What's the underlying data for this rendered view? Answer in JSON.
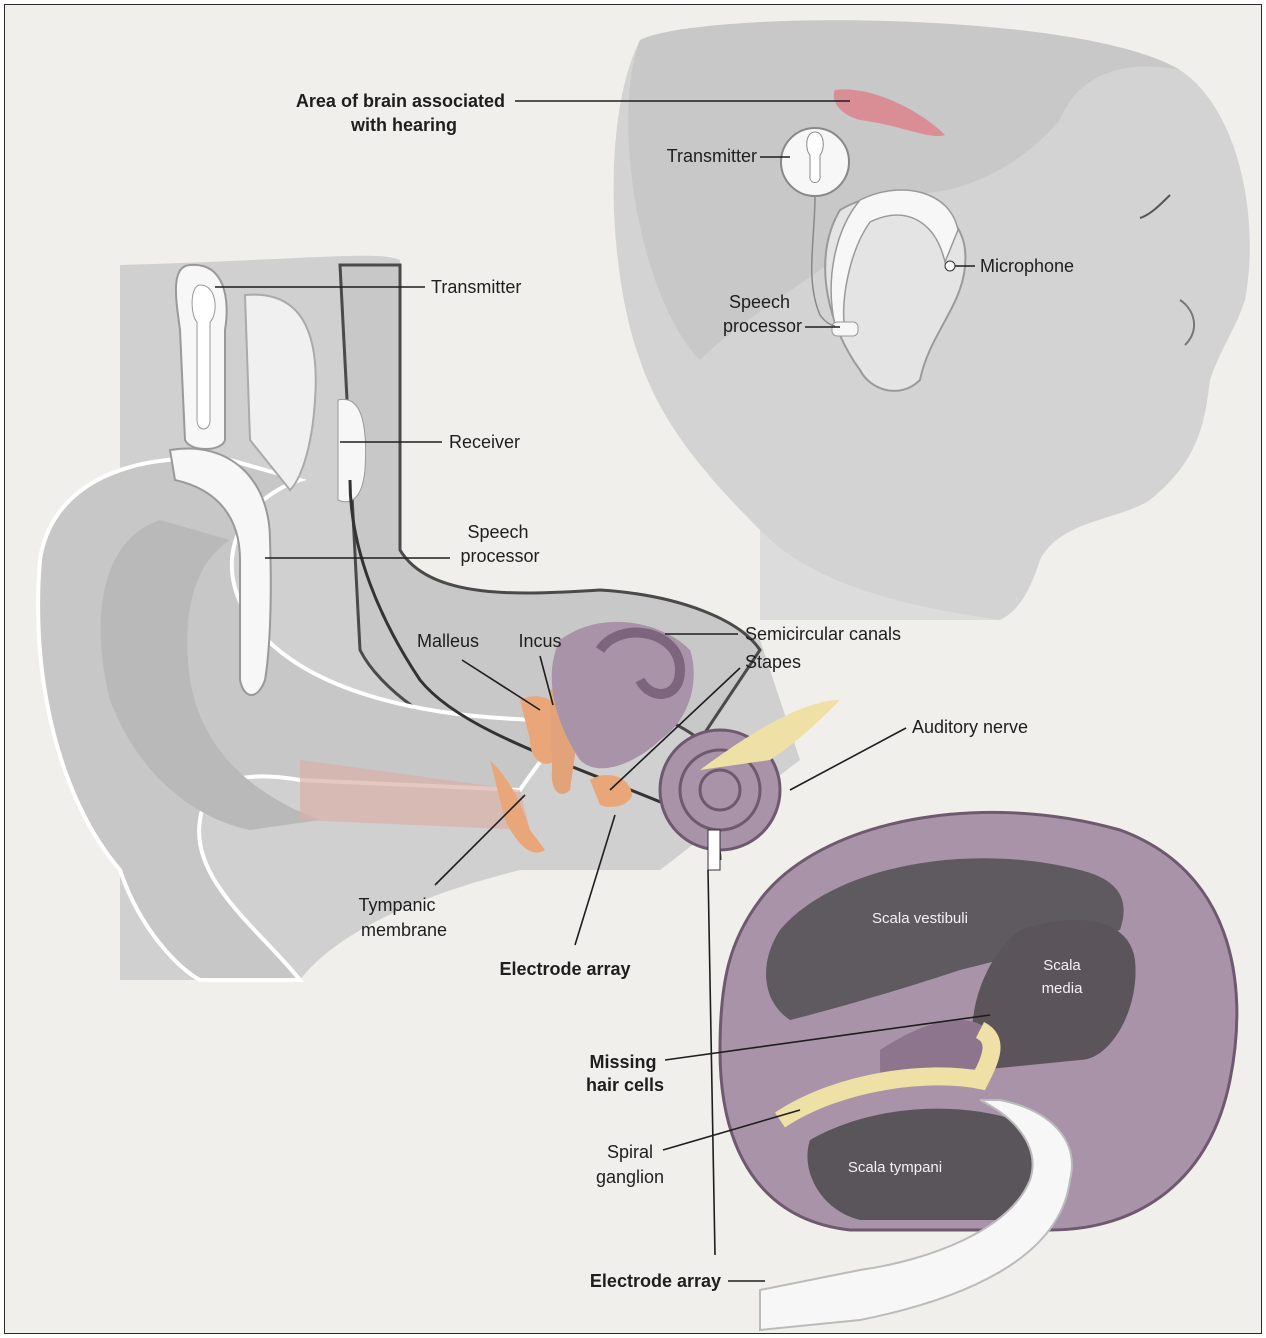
{
  "figure": {
    "labels": {
      "brain_area": [
        "Area of brain associated",
        "with hearing"
      ],
      "transmitter_head": "Transmitter",
      "microphone": "Microphone",
      "speech_processor_head": [
        "Speech",
        "processor"
      ],
      "transmitter": "Transmitter",
      "receiver": "Receiver",
      "speech_processor": [
        "Speech",
        "processor"
      ],
      "malleus": "Malleus",
      "incus": "Incus",
      "semicircular_canals": "Semicircular canals",
      "stapes": "Stapes",
      "auditory_nerve": "Auditory nerve",
      "tympanic_membrane": [
        "Tympanic",
        "membrane"
      ],
      "electrode_array_upper": "Electrode array",
      "scala_vestibuli": "Scala vestibuli",
      "scala_media": [
        "Scala",
        "media"
      ],
      "missing_hair_cells": [
        "Missing",
        "hair cells"
      ],
      "spiral_ganglion": [
        "Spiral",
        "ganglion"
      ],
      "scala_tympani": "Scala tympani",
      "electrode_array_lower": "Electrode array"
    },
    "colors": {
      "background": "#f1efeb",
      "skin": "#cfcfcf",
      "bone": "#c9c9c9",
      "cochlea": "#a893a8",
      "cochlea_dark": "#6f596f",
      "nerve": "#efe0a6",
      "ossicles": "#e9a779",
      "brain_highlight": "#d98e96",
      "device": "#f7f7f7"
    }
  }
}
